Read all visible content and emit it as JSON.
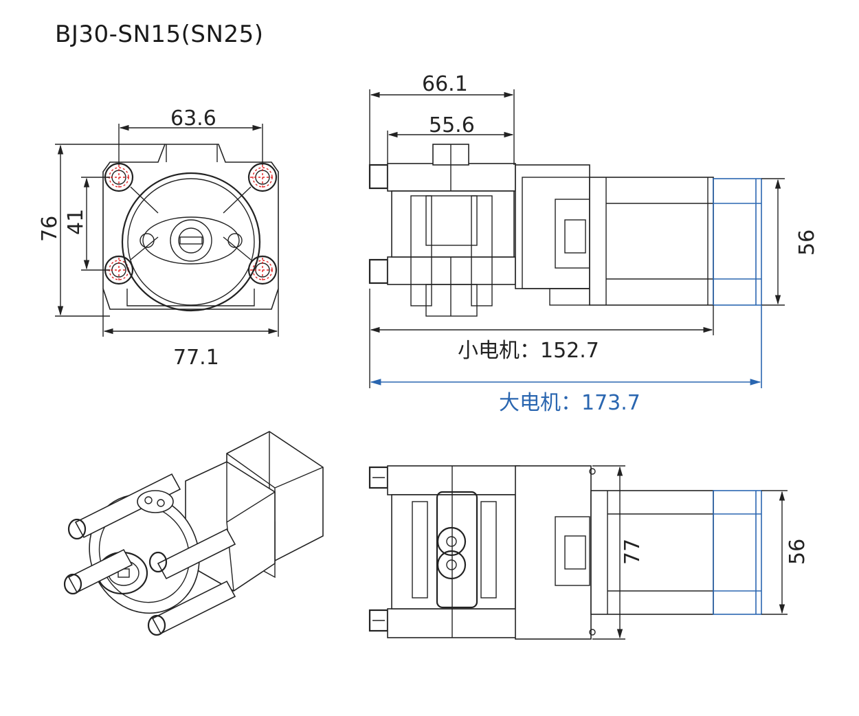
{
  "title": "BJ30-SN15(SN25)",
  "front_view": {
    "width_holes": "63.6",
    "height_total": "76",
    "height_holes": "41",
    "width_total": "77.1"
  },
  "side_view": {
    "width_head": "66.1",
    "width_inner": "55.6",
    "motor_height": "56",
    "small_motor_length": "小电机：152.7",
    "large_motor_length": "大电机：173.7"
  },
  "top_view": {
    "height_mount": "77",
    "motor_height": "56"
  },
  "colors": {
    "line": "#222222",
    "highlight_blue": "#2a66b0",
    "hole_red": "#e02020"
  }
}
